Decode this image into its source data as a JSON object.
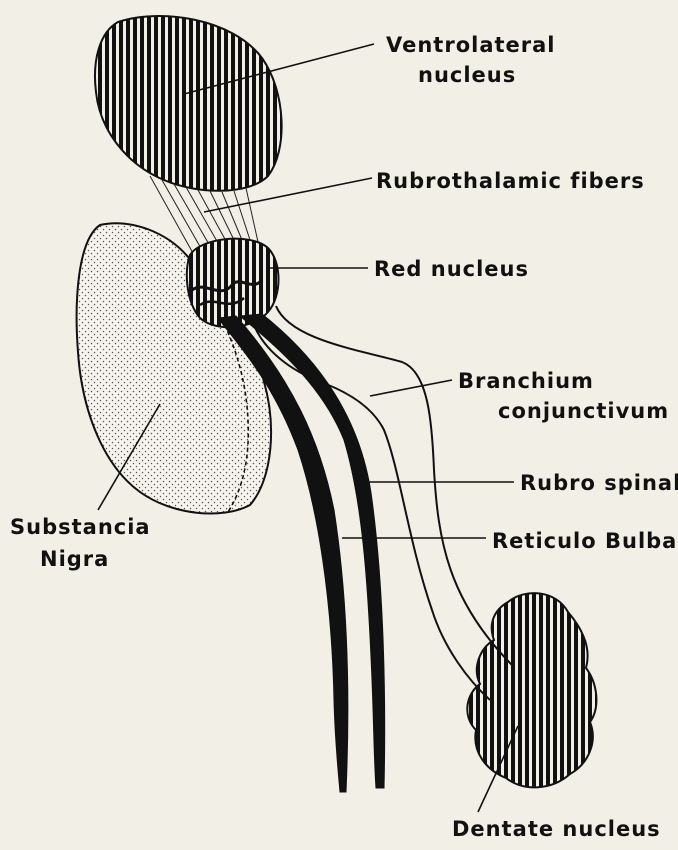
{
  "labels": {
    "ventrolateral_line1": "Ventrolateral",
    "ventrolateral_line2": "nucleus",
    "rubrothalamic": "Rubrothalamic fibers",
    "red_nucleus": "Red nucleus",
    "branchium_line1": "Branchium",
    "branchium_line2": "conjunctivum",
    "rubro_spinal": "Rubro spinal",
    "reticulo_bulbar": "Reticulo Bulbar",
    "substancia_line1": "Substancia",
    "substancia_line2": "Nigra",
    "dentate": "Dentate nucleus"
  },
  "colors": {
    "background": "#f1efe6",
    "ink": "#111111",
    "stipple": "#555555"
  }
}
